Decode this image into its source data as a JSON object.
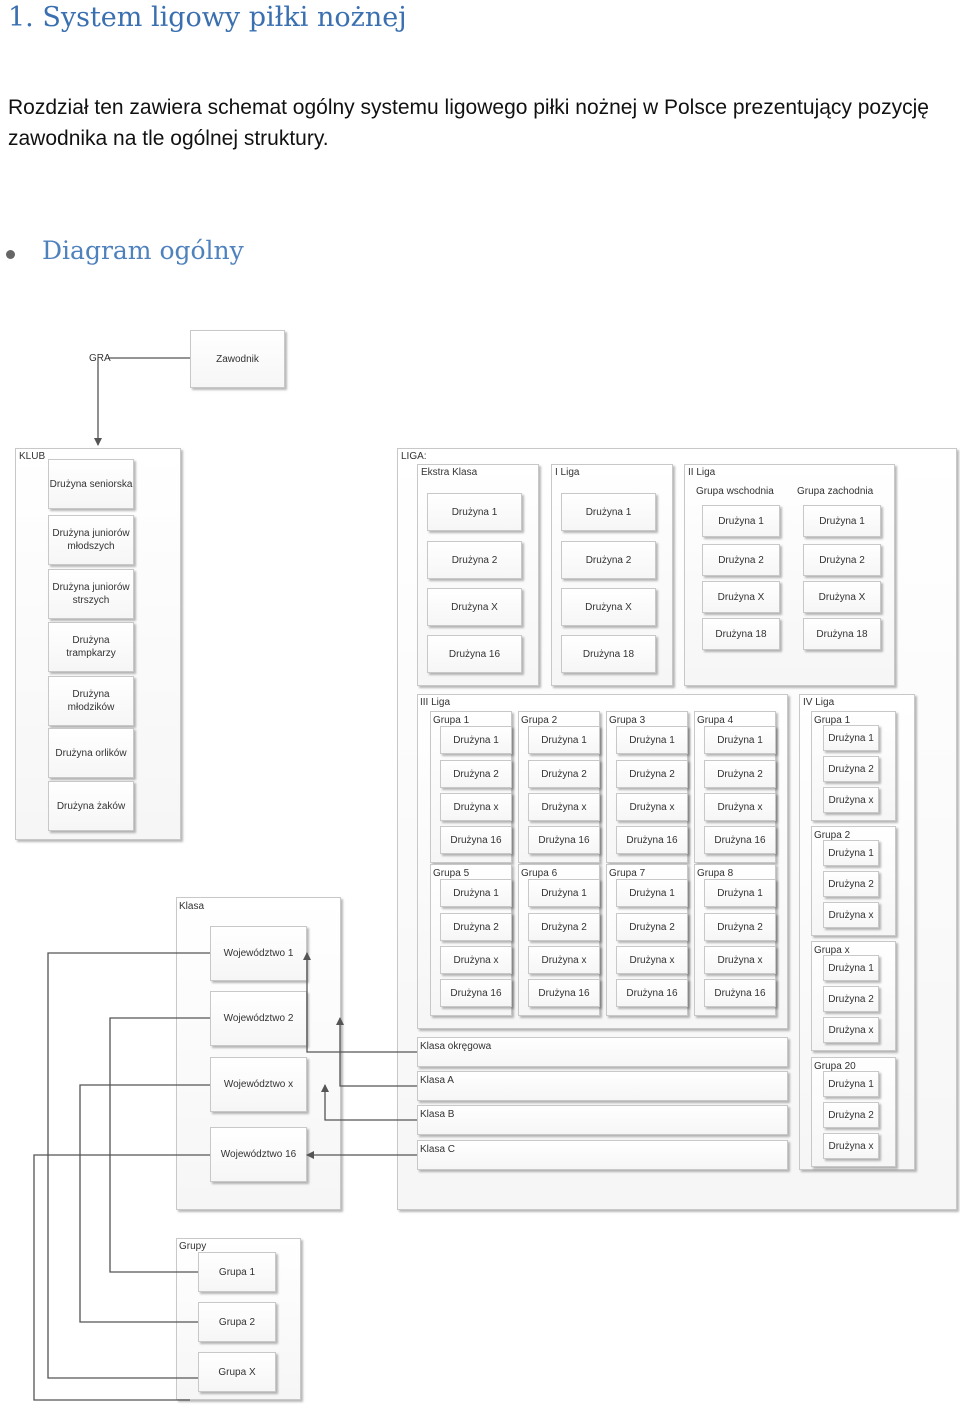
{
  "heading": "1.  System ligowy piłki nożnej",
  "intro": "Rozdział ten zawiera schemat ogólny systemu ligowego piłki nożnej w Polsce prezentujący pozycję zawodnika na tle ogólnej struktury.",
  "subheading": "Diagram ogólny",
  "diagram": {
    "gra": "GRA",
    "zawodnik": "Zawodnik",
    "klub": {
      "title": "KLUB",
      "teams": [
        "Drużyna seniorska",
        "Drużyna juniorów młodszych",
        "Drużyna juniorów strszych",
        "Drużyna trampkarzy",
        "Drużyna młodzików",
        "Drużyna orlików",
        "Drużyna żaków"
      ]
    },
    "liga": {
      "title": "LIGA:",
      "ekstra": {
        "title": "Ekstra Klasa",
        "teams": [
          "Drużyna 1",
          "Drużyna 2",
          "Drużyna X",
          "Drużyna 16"
        ]
      },
      "i_liga": {
        "title": "I Liga",
        "teams": [
          "Drużyna 1",
          "Drużyna 2",
          "Drużyna X",
          "Drużyna 18"
        ]
      },
      "ii_liga": {
        "title": "II Liga",
        "groups": [
          {
            "title": "Grupa wschodnia",
            "teams": [
              "Drużyna 1",
              "Drużyna 2",
              "Drużyna X",
              "Drużyna 18"
            ]
          },
          {
            "title": "Grupa zachodnia",
            "teams": [
              "Drużyna 1",
              "Drużyna 2",
              "Drużyna X",
              "Drużyna 18"
            ]
          }
        ]
      },
      "iii_liga": {
        "title": "III Liga",
        "groups": [
          {
            "title": "Grupa 1",
            "teams": [
              "Drużyna 1",
              "Drużyna 2",
              "Drużyna x",
              "Drużyna 16"
            ]
          },
          {
            "title": "Grupa 2",
            "teams": [
              "Drużyna 1",
              "Drużyna 2",
              "Drużyna x",
              "Drużyna 16"
            ]
          },
          {
            "title": "Grupa 3",
            "teams": [
              "Drużyna 1",
              "Drużyna 2",
              "Drużyna x",
              "Drużyna 16"
            ]
          },
          {
            "title": "Grupa 4",
            "teams": [
              "Drużyna 1",
              "Drużyna 2",
              "Drużyna x",
              "Drużyna 16"
            ]
          },
          {
            "title": "Grupa 5",
            "teams": [
              "Drużyna 1",
              "Drużyna 2",
              "Drużyna x",
              "Drużyna 16"
            ]
          },
          {
            "title": "Grupa 6",
            "teams": [
              "Drużyna 1",
              "Drużyna 2",
              "Drużyna x",
              "Drużyna 16"
            ]
          },
          {
            "title": "Grupa 7",
            "teams": [
              "Drużyna 1",
              "Drużyna 2",
              "Drużyna x",
              "Drużyna 16"
            ]
          },
          {
            "title": "Grupa 8",
            "teams": [
              "Drużyna 1",
              "Drużyna 2",
              "Drużyna x",
              "Drużyna 16"
            ]
          }
        ]
      },
      "iv_liga": {
        "title": "IV Liga",
        "groups": [
          {
            "title": "Grupa 1",
            "teams": [
              "Drużyna 1",
              "Drużyna 2",
              "Drużyna x"
            ]
          },
          {
            "title": "Grupa 2",
            "teams": [
              "Drużyna 1",
              "Drużyna 2",
              "Drużyna x"
            ]
          },
          {
            "title": "Grupa x",
            "teams": [
              "Drużyna 1",
              "Drużyna 2",
              "Drużyna x"
            ]
          },
          {
            "title": "Grupa 20",
            "teams": [
              "Drużyna 1",
              "Drużyna 2",
              "Drużyna x"
            ]
          }
        ]
      },
      "lower": [
        "Klasa okręgowa",
        "Klasa A",
        "Klasa B",
        "Klasa C"
      ]
    },
    "klasa": {
      "title": "Klasa",
      "items": [
        "Województwo 1",
        "Województwo 2",
        "Województwo x",
        "Województwo 16"
      ]
    },
    "grupy": {
      "title": "Grupy",
      "items": [
        "Grupa 1",
        "Grupa 2",
        "Grupa X"
      ]
    }
  }
}
